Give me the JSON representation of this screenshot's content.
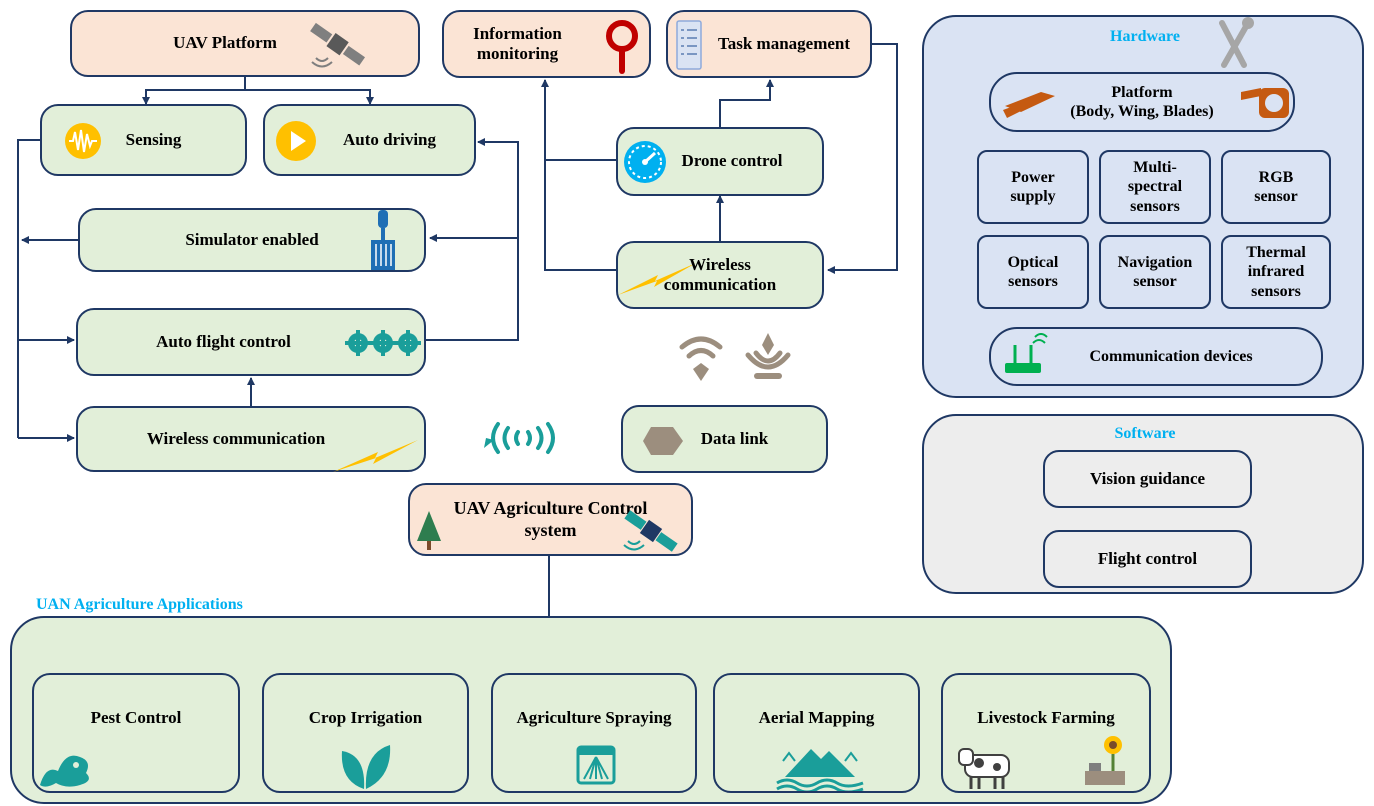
{
  "uav_platform": {
    "label": "UAV Platform"
  },
  "sensing": {
    "label": "Sensing"
  },
  "auto_driving": {
    "label": "Auto driving"
  },
  "simulator": {
    "label": "Simulator enabled"
  },
  "auto_flight": {
    "label": "Auto flight control"
  },
  "wireless_left": {
    "label": "Wireless communication"
  },
  "info_monitoring": {
    "line1": "Information",
    "line2": "monitoring"
  },
  "task_management": {
    "label": "Task management"
  },
  "drone_control": {
    "label": "Drone control"
  },
  "wireless_center": {
    "line1": "Wireless",
    "line2": "communication"
  },
  "data_link": {
    "label": "Data link"
  },
  "control_system": {
    "line1": "UAV Agriculture Control",
    "line2": "system"
  },
  "hardware": {
    "title": "Hardware",
    "platform": {
      "line1": "Platform",
      "line2": "(Body, Wing, Blades)"
    },
    "items": [
      {
        "label": "Power supply"
      },
      {
        "label": "Multi-spectral sensors"
      },
      {
        "label": "RGB sensor"
      },
      {
        "label": "Optical sensors"
      },
      {
        "label": "Navigation sensor"
      },
      {
        "label": "Thermal infrared sensors"
      }
    ],
    "comm": {
      "label": "Communication devices"
    }
  },
  "software": {
    "title": "Software",
    "vision": {
      "label": "Vision guidance"
    },
    "flight": {
      "label": "Flight control"
    }
  },
  "applications": {
    "title": "UAN Agriculture Applications",
    "items": [
      {
        "label": "Pest Control"
      },
      {
        "label": "Crop Irrigation"
      },
      {
        "label": "Agriculture Spraying"
      },
      {
        "label": "Aerial Mapping"
      },
      {
        "label": "Livestock Farming"
      }
    ]
  },
  "colors": {
    "border": "#1f3864",
    "green_fill": "#e2efd9",
    "peach_fill": "#fbe4d5",
    "hardware_fill": "#dae3f3",
    "software_fill": "#ededed",
    "title_accent": "#00b0f0",
    "icon_teal": "#1a9e9a"
  }
}
